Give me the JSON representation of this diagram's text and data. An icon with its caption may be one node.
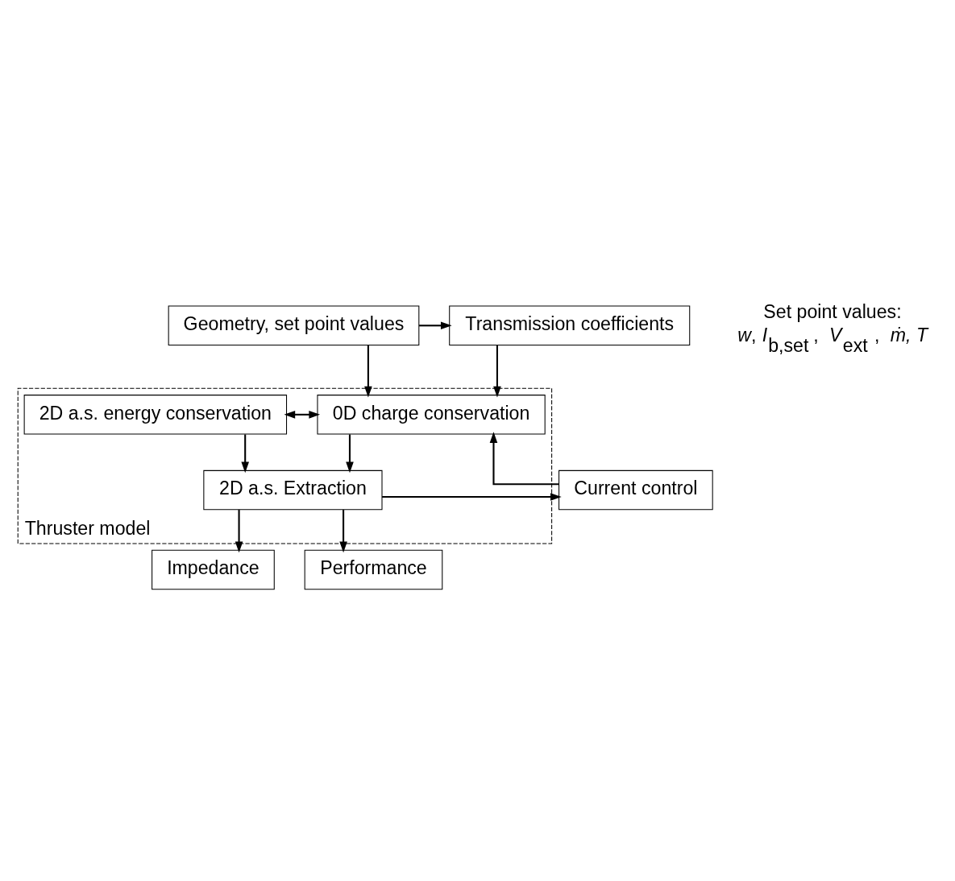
{
  "diagram": {
    "nodes": [
      {
        "text": [
          "Geometry, set point values"
        ]
      },
      {
        "text": [
          "Transmission coefficients"
        ]
      },
      {
        "text": [
          "Thruster model"
        ]
      },
      {
        "text": [
          "0D charge conservation"
        ],
        "in": 2
      },
      {
        "text": [
          "2D a.s. energy conservation"
        ],
        "in": 2
      },
      {
        "text": [
          "2D a.s. Extraction"
        ],
        "in": 2
      },
      {
        "text": [
          "Current control"
        ]
      },
      {
        "text": [
          "Impedance"
        ]
      },
      {
        "text": [
          "Performance"
        ]
      }
    ],
    "edges": [
      {
        "from": 0,
        "to": 1,
        "arrow": "to"
      },
      {
        "from": 0,
        "to": 3,
        "arrow": "to"
      },
      {
        "from": 1,
        "to": 3,
        "arrow": "to"
      },
      {
        "from": 3,
        "to": 4,
        "arrow": "both"
      },
      {
        "from": 3,
        "to": 5,
        "arrow": "to"
      },
      {
        "from": 4,
        "to": 5,
        "arrow": "to"
      },
      {
        "from": 5,
        "to": 6,
        "arrow": "to"
      },
      {
        "from": 6,
        "to": 3,
        "arrow": "to"
      },
      {
        "from": 5,
        "to": 7,
        "arrow": "to"
      },
      {
        "from": 5,
        "to": 8,
        "arrow": "to"
      }
    ],
    "labels": [
      "Set point values:",
      "*w*, *I*$_{b,set}$, *V*$_{ext}$, *ṁ, T*"
    ]
  }
}
